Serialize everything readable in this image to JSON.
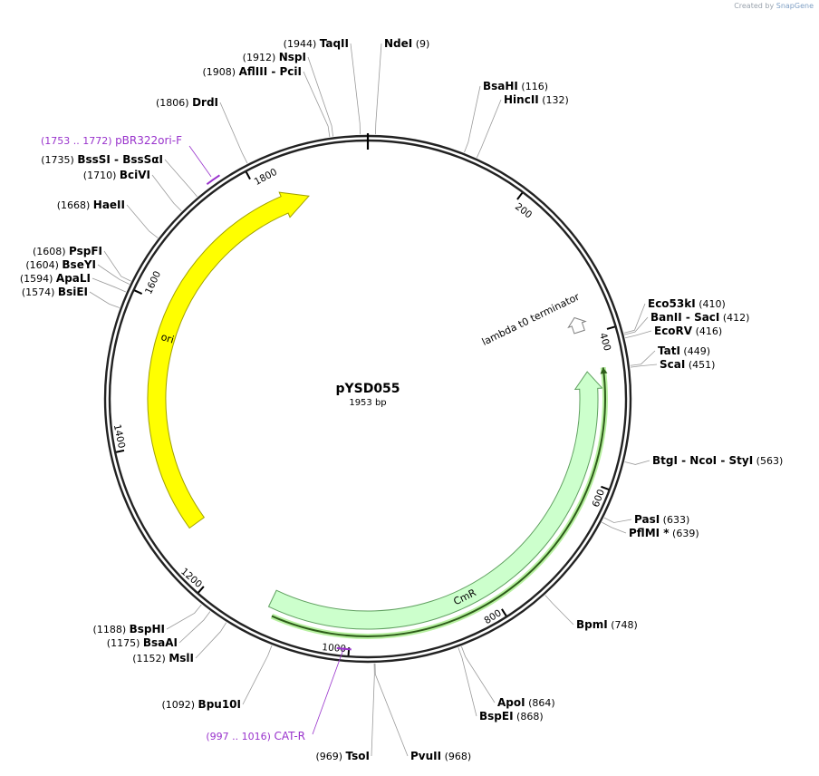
{
  "credit": {
    "prefix": "Created by",
    "brand": "SnapGene"
  },
  "plasmid": {
    "name": "pYSD055",
    "length_label": "1953 bp",
    "length": 1953
  },
  "ticks": [
    {
      "pos": 200,
      "label": "200"
    },
    {
      "pos": 400,
      "label": "400"
    },
    {
      "pos": 600,
      "label": "600"
    },
    {
      "pos": 800,
      "label": "800"
    },
    {
      "pos": 1000,
      "label": "1000"
    },
    {
      "pos": 1200,
      "label": "1200"
    },
    {
      "pos": 1400,
      "label": "1400"
    },
    {
      "pos": 1600,
      "label": "1600"
    },
    {
      "pos": 1800,
      "label": "1800"
    }
  ],
  "features": [
    {
      "name": "ori",
      "start": 1270,
      "end": 1865,
      "direction": "forward",
      "color": "#ffff00",
      "stroke": "#a0a000"
    },
    {
      "name": "CmR",
      "start": 450,
      "end": 1115,
      "direction": "reverse",
      "color": "#ccffcc",
      "stroke": "#60a060"
    },
    {
      "name": "lambda t0 terminator",
      "start": 372,
      "end": 393,
      "direction": "reverse",
      "color": "#ffffff",
      "stroke": "#808080"
    }
  ],
  "orf": {
    "start": 447,
    "end": 1106,
    "color": "#2e5d1a",
    "glow": "#b7f0a0"
  },
  "primers": [
    {
      "name": "pBR322ori-F",
      "range": "(1753 .. 1772)",
      "pos": 1762,
      "color": "#9933cc"
    },
    {
      "name": "CAT-R",
      "range": "(997 .. 1016)",
      "pos": 1006,
      "color": "#9933cc"
    }
  ],
  "sites": [
    {
      "id": "taqii",
      "pos": 1944,
      "names": [
        "TaqII"
      ],
      "num": "(1944)"
    },
    {
      "id": "ndei",
      "pos": 9,
      "names": [
        "NdeI"
      ],
      "num": "(9)"
    },
    {
      "id": "nspi",
      "pos": 1912,
      "names": [
        "NspI"
      ],
      "num": "(1912)"
    },
    {
      "id": "afliii",
      "pos": 1908,
      "names": [
        "AflIII",
        "PciI"
      ],
      "num": "(1908)"
    },
    {
      "id": "bsahi",
      "pos": 116,
      "names": [
        "BsaHI"
      ],
      "num": "(116)"
    },
    {
      "id": "hincii",
      "pos": 132,
      "names": [
        "HincII"
      ],
      "num": "(132)"
    },
    {
      "id": "drdi",
      "pos": 1806,
      "names": [
        "DrdI"
      ],
      "num": "(1806)"
    },
    {
      "id": "bsssi",
      "pos": 1735,
      "names": [
        "BssSI",
        "BssSαI"
      ],
      "num": "(1735)"
    },
    {
      "id": "bcivi",
      "pos": 1710,
      "names": [
        "BciVI"
      ],
      "num": "(1710)"
    },
    {
      "id": "haeii",
      "pos": 1668,
      "names": [
        "HaeII"
      ],
      "num": "(1668)"
    },
    {
      "id": "pspfi",
      "pos": 1608,
      "names": [
        "PspFI"
      ],
      "num": "(1608)"
    },
    {
      "id": "bseyi",
      "pos": 1604,
      "names": [
        "BseYI"
      ],
      "num": "(1604)"
    },
    {
      "id": "apali",
      "pos": 1594,
      "names": [
        "ApaLI"
      ],
      "num": "(1594)"
    },
    {
      "id": "bsiei",
      "pos": 1574,
      "names": [
        "BsiEI"
      ],
      "num": "(1574)"
    },
    {
      "id": "eco53ki",
      "pos": 410,
      "names": [
        "Eco53kI"
      ],
      "num": "(410)"
    },
    {
      "id": "banii",
      "pos": 412,
      "names": [
        "BanII",
        "SacI"
      ],
      "num": "(412)"
    },
    {
      "id": "ecorv",
      "pos": 416,
      "names": [
        "EcoRV"
      ],
      "num": "(416)"
    },
    {
      "id": "tati",
      "pos": 449,
      "names": [
        "TatI"
      ],
      "num": "(449)"
    },
    {
      "id": "scai",
      "pos": 451,
      "names": [
        "ScaI"
      ],
      "num": "(451)"
    },
    {
      "id": "btgi",
      "pos": 563,
      "names": [
        "BtgI",
        "NcoI",
        "StyI"
      ],
      "num": "(563)"
    },
    {
      "id": "pasi",
      "pos": 633,
      "names": [
        "PasI"
      ],
      "num": "(633)"
    },
    {
      "id": "pflmi",
      "pos": 639,
      "names": [
        "PflMI *"
      ],
      "num": "(639)"
    },
    {
      "id": "bpmi",
      "pos": 748,
      "names": [
        "BpmI"
      ],
      "num": "(748)"
    },
    {
      "id": "apoi",
      "pos": 864,
      "names": [
        "ApoI"
      ],
      "num": "(864)"
    },
    {
      "id": "bspei",
      "pos": 868,
      "names": [
        "BspEI"
      ],
      "num": "(868)"
    },
    {
      "id": "tsoi",
      "pos": 969,
      "names": [
        "TsoI"
      ],
      "num": "(969)"
    },
    {
      "id": "pvuii",
      "pos": 968,
      "names": [
        "PvuII"
      ],
      "num": "(968)"
    },
    {
      "id": "bpu10i",
      "pos": 1092,
      "names": [
        "Bpu10I"
      ],
      "num": "(1092)"
    },
    {
      "id": "bsphi",
      "pos": 1188,
      "names": [
        "BspHI"
      ],
      "num": "(1188)"
    },
    {
      "id": "bsaai",
      "pos": 1175,
      "names": [
        "BsaAI"
      ],
      "num": "(1175)"
    },
    {
      "id": "msli",
      "pos": 1152,
      "names": [
        "MslI"
      ],
      "num": "(1152)"
    }
  ]
}
